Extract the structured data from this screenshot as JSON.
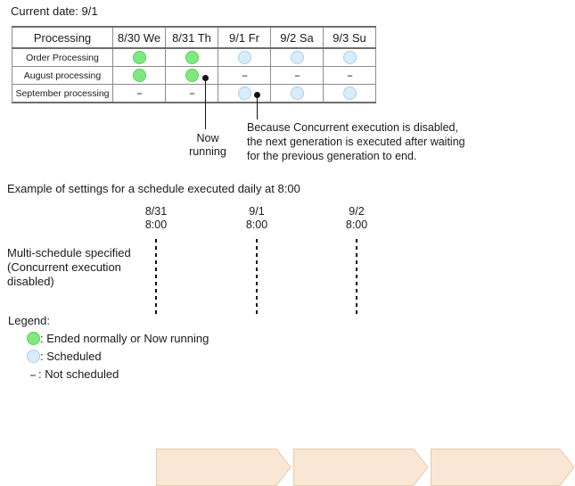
{
  "current_date_text": "Current date: 9/1",
  "table": {
    "columns": [
      "Processing",
      "8/30 We",
      "8/31 Th",
      "9/1 Fr",
      "9/2 Sa",
      "9/3 Su"
    ],
    "rows": [
      {
        "name": "Order Processing",
        "cells": [
          "green",
          "green",
          "blue",
          "blue",
          "blue"
        ]
      },
      {
        "name": "August processing",
        "cells": [
          "green",
          "green",
          "dash",
          "dash",
          "dash"
        ]
      },
      {
        "name": "September processing",
        "cells": [
          "dash",
          "dash",
          "blue",
          "blue",
          "blue"
        ]
      }
    ],
    "dash_glyph": "--"
  },
  "callouts": {
    "now_running": "Now\nrunning",
    "now_running_line1": "Now",
    "now_running_line2": "running",
    "concurrent_note": "Because Concurrent execution is disabled, the next generation is executed after waiting for the previous generation to end.",
    "concurrent_note_line1": "Because Concurrent execution is disabled,",
    "concurrent_note_line2": "the next generation is executed after waiting",
    "concurrent_note_line3": "for the previous generation to end."
  },
  "example": {
    "heading": "Example of settings for a schedule executed daily at 8:00",
    "row_label_line1": "Multi-schedule specified",
    "row_label_line2": "(Concurrent execution",
    "row_label_line3": " disabled)",
    "ticks": [
      {
        "date": "8/31",
        "time": "8:00"
      },
      {
        "date": "9/1",
        "time": "8:00"
      },
      {
        "date": "9/2",
        "time": "8:00"
      }
    ]
  },
  "legend": {
    "title": "Legend:",
    "items": [
      {
        "marker": "green",
        "label": ": Ended normally or Now running"
      },
      {
        "marker": "blue",
        "label": ": Scheduled"
      },
      {
        "marker": "dash",
        "label": ": Not scheduled"
      }
    ],
    "dash_glyph": "--"
  },
  "colors": {
    "green_fill": "#7fe97f",
    "green_border": "#56cf56",
    "blue_fill": "#d9ecfa",
    "blue_border": "#a9cfe8",
    "arrow_fill": "#fae6d4",
    "arrow_border": "#e8c9ab",
    "table_border": "#8c8c8c",
    "text": "#1a1a1a"
  }
}
